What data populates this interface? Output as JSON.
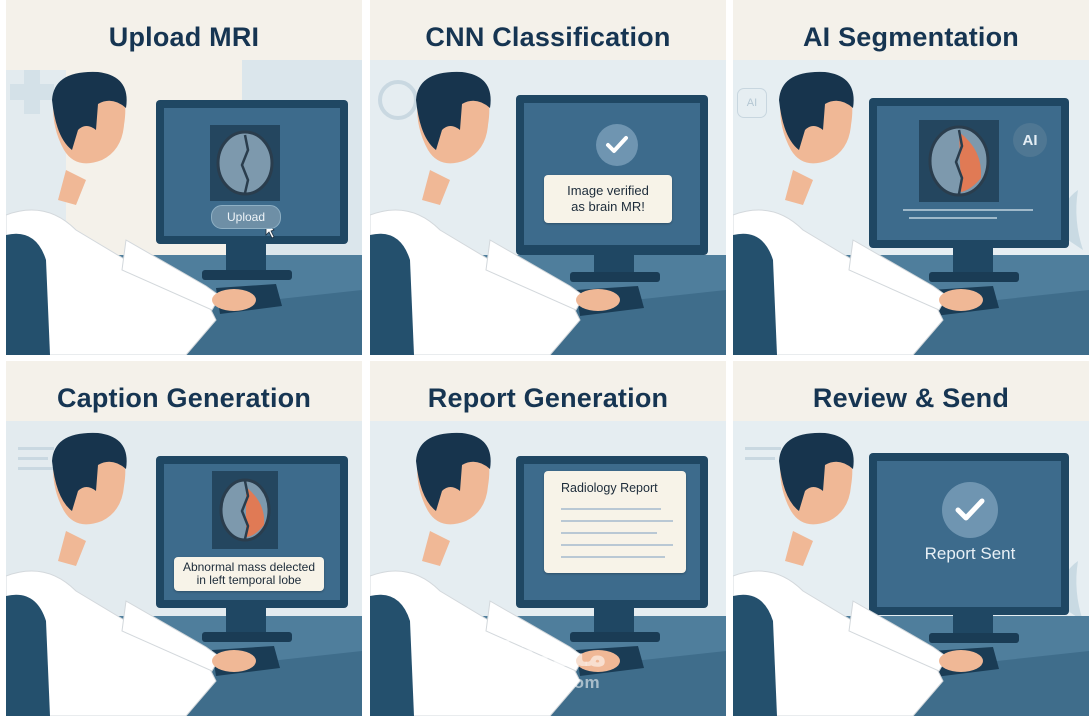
{
  "panels": [
    {
      "title": "Upload MRI",
      "button_label": "Upload"
    },
    {
      "title": "CNN Classification",
      "card_text": "Image verified\nas brain MR!"
    },
    {
      "title": "AI Segmentation",
      "badge_text": "AI",
      "bg_badge_text": "AI"
    },
    {
      "title": "Caption Generation",
      "card_text": "Abnormal mass delected\nin left temporal lobe"
    },
    {
      "title": "Report Generation",
      "card_title": "Radiology Report"
    },
    {
      "title": "Review & Send",
      "status_text": "Report Sent"
    }
  ],
  "watermark": {
    "arabic": "مستقل",
    "latin": "mostaql.com"
  },
  "colors": {
    "title": "#163552",
    "monitor": "#1f4763",
    "screen": "#3d6b8c",
    "coat": "#ffffff",
    "hair": "#17344d",
    "skin": "#f0b896",
    "desk": "#4f7e9c",
    "tumor": "#e07a55"
  },
  "icons": [
    "check-icon",
    "cursor-icon",
    "brain-scan-icon",
    "ai-badge-icon"
  ]
}
